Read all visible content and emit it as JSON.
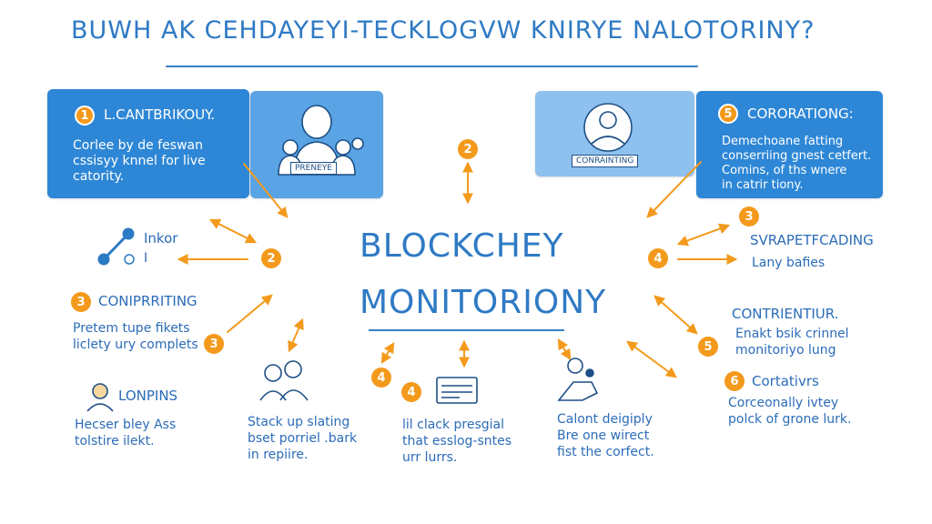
{
  "title": "BUWH AK CEHDAYEYI-TECKLOGVW KNIRYE NALOTORINY?",
  "center": {
    "line1": "BLOCKCHEY",
    "line2": "MONITORIONY"
  },
  "panels": {
    "left": {
      "badge": "1",
      "head": "L.CANTBRIKOUY.",
      "body": [
        "Corlee by de feswan",
        "cssisyy knnel for live",
        "catority."
      ]
    },
    "left_image_tag": "PRENEYE",
    "right_image_tag": "CONRAINTING",
    "right": {
      "badge": "5",
      "head": "CORORATIONG:",
      "body": [
        "Demechoane fatting",
        "conserriing gnest cetfert.",
        "Comins, of ths wnere",
        "in catrir tiony."
      ]
    }
  },
  "top_badge": "2",
  "left_items": [
    {
      "badge": "2",
      "head": "Inkor",
      "body": [
        "I"
      ]
    },
    {
      "badge": "3",
      "head": "CONIPRRITING",
      "body": [
        "Pretem tupe fikets",
        "liclety ury complets"
      ]
    },
    {
      "badge": "3",
      "head": "",
      "body": []
    },
    {
      "badge": "",
      "head": "LONPINS",
      "body": [
        "Hecser bley Ass",
        "tolstire ilekt."
      ]
    }
  ],
  "bottom_items": [
    {
      "badge": "",
      "head": "",
      "body": [
        "Stack up slating",
        "bset porriel .bark",
        "in repiire."
      ]
    },
    {
      "badge": "4",
      "head": "",
      "body": [
        "lil clack presgial",
        "that esslog-sntes",
        "urr lurrs."
      ]
    },
    {
      "badge": "",
      "head": "",
      "body": [
        "Calont deigiply",
        "Bre one wirect",
        "fist the corfect."
      ]
    }
  ],
  "bottom_badges": [
    "4",
    "4"
  ],
  "right_items": [
    {
      "badge": "3",
      "head": "SVRAPETFCADING",
      "body": [
        "Lany bafies"
      ]
    },
    {
      "badge": "4",
      "head": "",
      "body": []
    },
    {
      "badge": "5",
      "head": "CONTRIENTIUR.",
      "body": [
        "Enakt bsik crinnel",
        "monitoriyo lung"
      ]
    },
    {
      "badge": "6",
      "head": "Cortativrs",
      "body": [
        "Corceonally ivtey",
        "polck of grone lurk."
      ]
    }
  ],
  "colors": {
    "ink": "#2b6cb8",
    "accent": "#f39a1c",
    "panel_dark": "#2e87d6",
    "panel_light": "#8ec1ee"
  }
}
